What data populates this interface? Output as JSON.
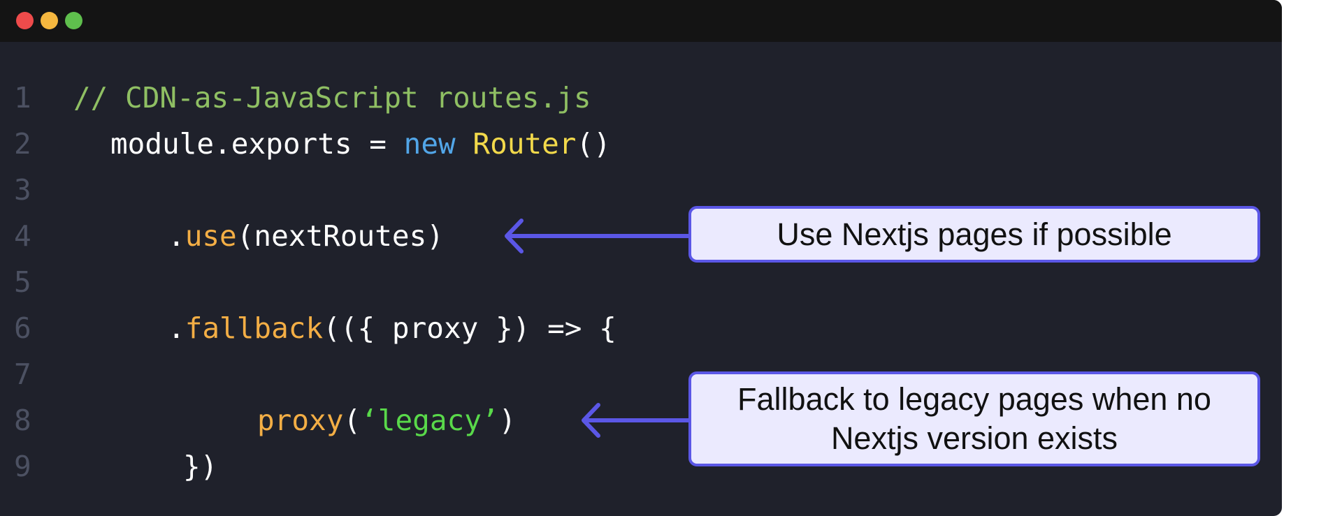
{
  "window": {
    "controls": [
      "close",
      "minimize",
      "maximize"
    ]
  },
  "code": {
    "lines": [
      {
        "number": "1",
        "tokens": [
          {
            "text": "// CDN-as-JavaScript routes.js",
            "type": "comment"
          }
        ]
      },
      {
        "number": "2",
        "tokens": [
          {
            "text": "module.exports = ",
            "type": "plain"
          },
          {
            "text": "new",
            "type": "keyword"
          },
          {
            "text": " ",
            "type": "plain"
          },
          {
            "text": "Router",
            "type": "class"
          },
          {
            "text": "()",
            "type": "plain"
          }
        ]
      },
      {
        "number": "3",
        "tokens": []
      },
      {
        "number": "4",
        "tokens": [
          {
            "text": ".",
            "type": "plain"
          },
          {
            "text": "use",
            "type": "method"
          },
          {
            "text": "(nextRoutes)",
            "type": "plain"
          }
        ]
      },
      {
        "number": "5",
        "tokens": []
      },
      {
        "number": "6",
        "tokens": [
          {
            "text": ".",
            "type": "plain"
          },
          {
            "text": "fallback",
            "type": "method"
          },
          {
            "text": "(({ proxy }) => {",
            "type": "plain"
          }
        ]
      },
      {
        "number": "7",
        "tokens": []
      },
      {
        "number": "8",
        "tokens": [
          {
            "text": "proxy",
            "type": "method"
          },
          {
            "text": "(",
            "type": "plain"
          },
          {
            "text": "‘legacy’",
            "type": "string"
          },
          {
            "text": ")",
            "type": "plain"
          }
        ]
      },
      {
        "number": "9",
        "tokens": [
          {
            "text": "})",
            "type": "plain"
          }
        ]
      }
    ]
  },
  "callouts": {
    "use_nextjs": "Use Nextjs pages if possible",
    "fallback_legacy": "Fallback to legacy pages when no Nextjs version exists"
  },
  "colors": {
    "background": "#1f212b",
    "titlebar": "#141414",
    "comment": "#8fbf63",
    "keyword": "#52a6e8",
    "class": "#f2d94b",
    "method": "#f3ae45",
    "string": "#59d94a",
    "accent": "#5b57e6",
    "callout_fill": "#ebeafe"
  }
}
